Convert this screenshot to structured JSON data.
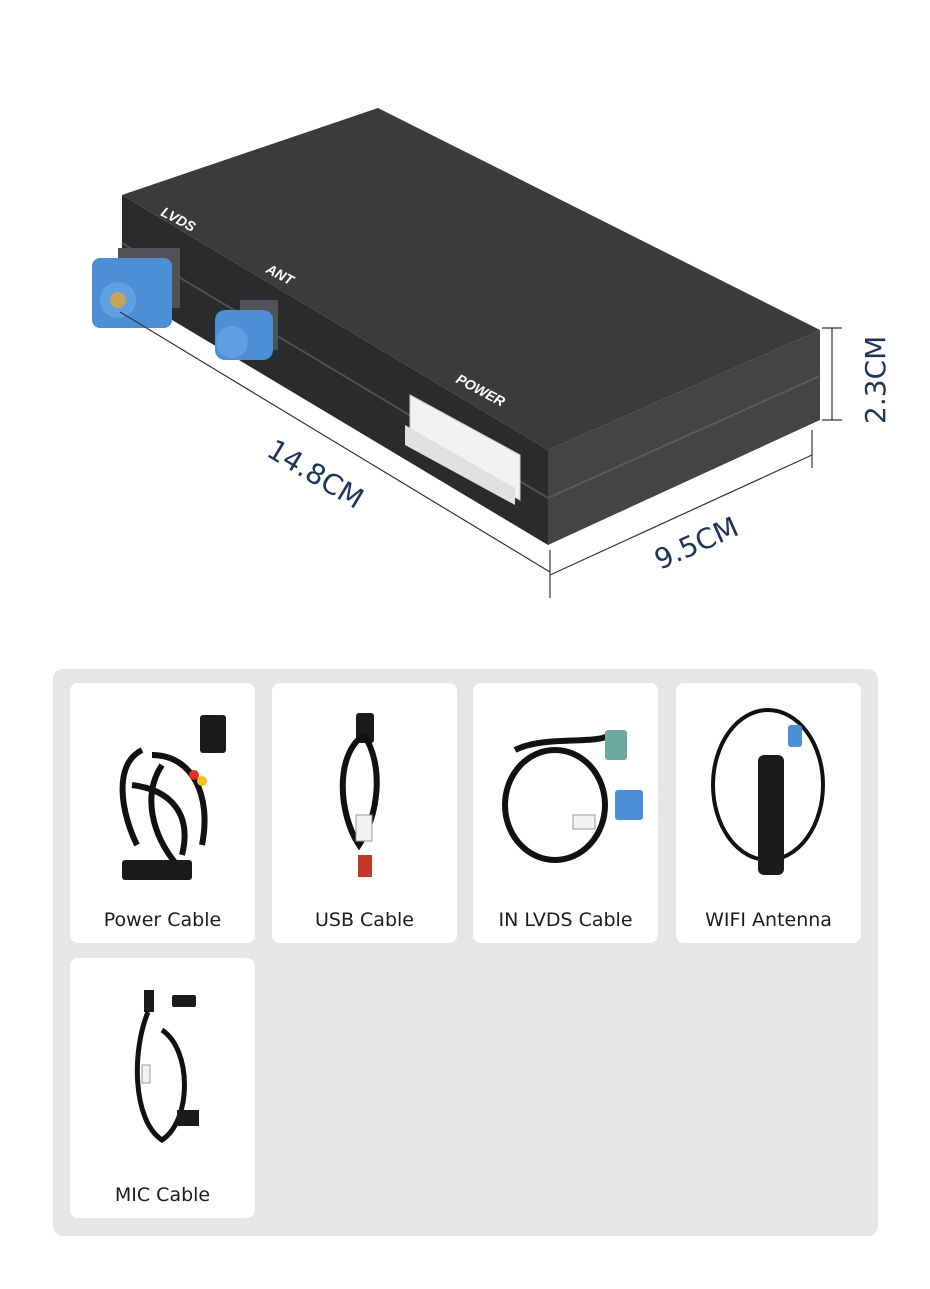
{
  "product": {
    "ports": {
      "lvds": "LVDS",
      "ant": "ANT",
      "power": "POWER"
    },
    "dimensions": {
      "length": "14.8CM",
      "width": "9.5CM",
      "height": "2.3CM"
    },
    "colors": {
      "case": "#2d2e30",
      "connector": "#4d8fd6",
      "dimension_text": "#1d3557"
    }
  },
  "accessories": [
    {
      "label": "Power Cable",
      "icon": "power-harness-icon"
    },
    {
      "label": "USB Cable",
      "icon": "usb-cable-icon"
    },
    {
      "label": "IN LVDS Cable",
      "icon": "lvds-cable-icon"
    },
    {
      "label": "WIFI Antenna",
      "icon": "wifi-antenna-icon"
    },
    {
      "label": "MIC Cable",
      "icon": "mic-cable-icon"
    }
  ]
}
